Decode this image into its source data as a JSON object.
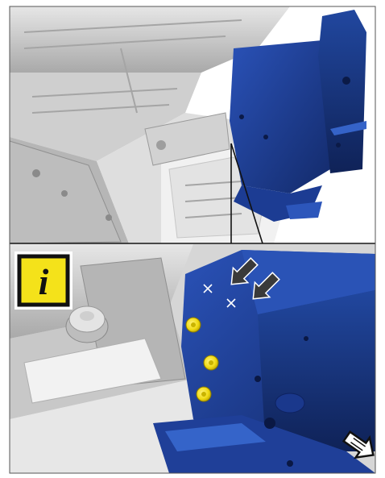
{
  "figure": {
    "panels": [
      "overview-panel",
      "detail-panel"
    ],
    "info_icon": {
      "name": "info-icon",
      "glyph": "i"
    },
    "markers": {
      "fastener_count": 3,
      "cross_marks": 2,
      "pointer_arrows": 2
    },
    "view_icon": "view-direction-icon"
  },
  "colors": {
    "body_gray": "#d9d9d9",
    "panel_blue": "#1f3f9a",
    "panel_blue_dark": "#152c6e",
    "fastener_yellow": "#f4e21a",
    "info_yellow": "#f4e21a",
    "arrow_dark": "#3a3a3a"
  }
}
